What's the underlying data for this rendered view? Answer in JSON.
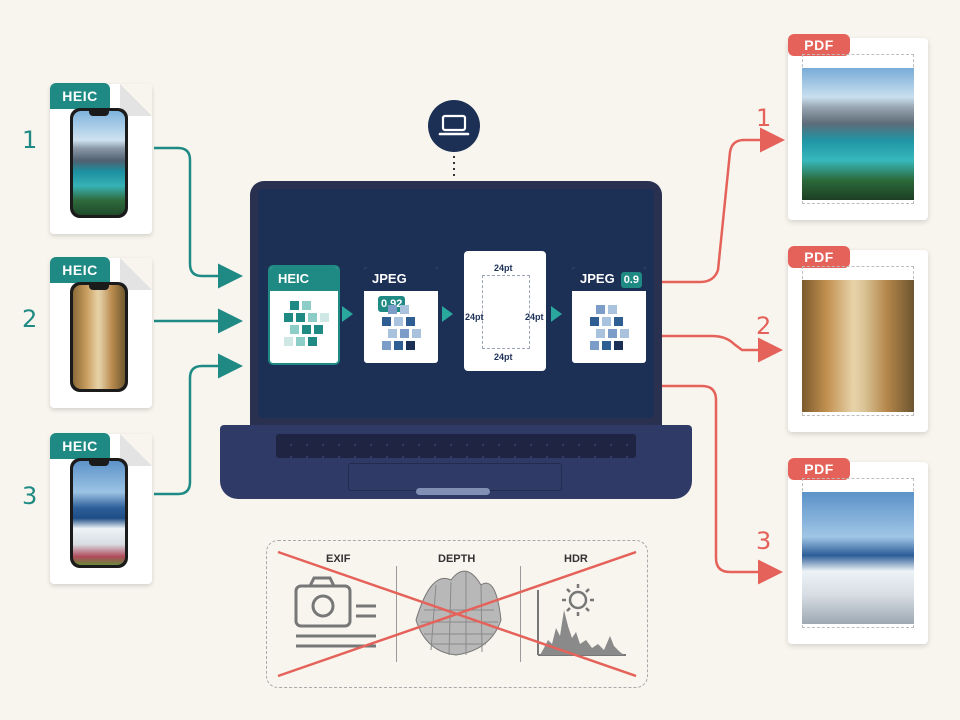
{
  "inputs": [
    {
      "tag": "HEIC",
      "number": "1"
    },
    {
      "tag": "HEIC",
      "number": "2"
    },
    {
      "tag": "HEIC",
      "number": "3"
    }
  ],
  "outputs": [
    {
      "tag": "PDF",
      "number": "1"
    },
    {
      "tag": "PDF",
      "number": "2"
    },
    {
      "tag": "PDF",
      "number": "3"
    }
  ],
  "pipeline": {
    "heic_label": "HEIC",
    "jpeg1_label": "JPEG",
    "jpeg1_quality": "0.92",
    "margin_top": "24pt",
    "margin_left": "24pt",
    "margin_right": "24pt",
    "margin_bottom": "24pt",
    "jpeg2_label": "JPEG",
    "jpeg2_quality": "0.9"
  },
  "stripped_metadata": {
    "exif": "EXIF",
    "depth": "DEPTH",
    "hdr": "HDR"
  },
  "colors": {
    "teal": "#1f8a84",
    "red": "#e5625a",
    "navy": "#1c3056"
  },
  "icons": [
    "laptop-icon",
    "camera-icon",
    "sun-icon"
  ]
}
